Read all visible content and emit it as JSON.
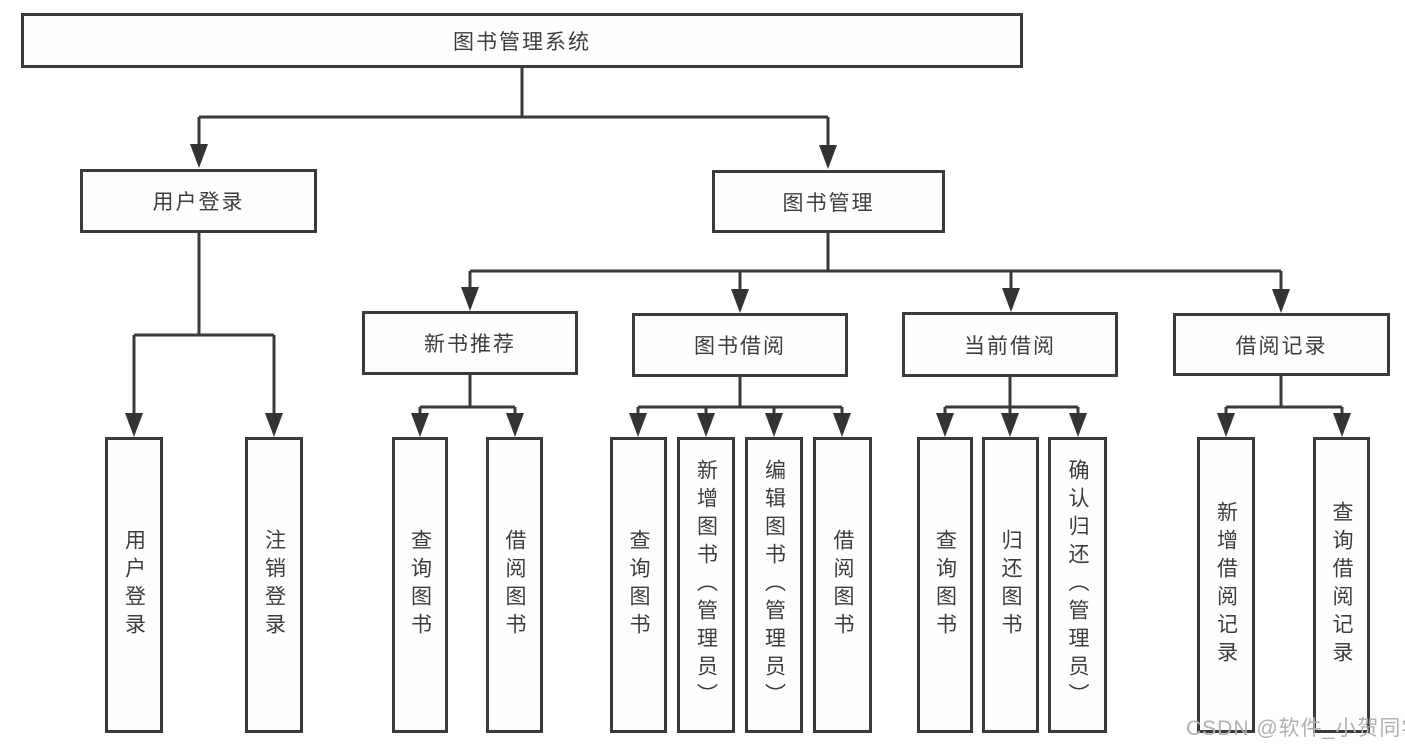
{
  "diagram": {
    "title": "图书管理系统",
    "branches": [
      {
        "label": "用户登录",
        "children": [
          {
            "label": "用户登录"
          },
          {
            "label": "注销登录"
          }
        ]
      },
      {
        "label": "图书管理",
        "children": [
          {
            "label": "新书推荐",
            "children": [
              {
                "label": "查询图书"
              },
              {
                "label": "借阅图书"
              }
            ]
          },
          {
            "label": "图书借阅",
            "children": [
              {
                "label": "查询图书"
              },
              {
                "label": "新增图书（管理员）"
              },
              {
                "label": "编辑图书（管理员）"
              },
              {
                "label": "借阅图书"
              }
            ]
          },
          {
            "label": "当前借阅",
            "children": [
              {
                "label": "查询图书"
              },
              {
                "label": "归还图书"
              },
              {
                "label": "确认归还（管理员）"
              }
            ]
          },
          {
            "label": "借阅记录",
            "children": [
              {
                "label": "新增借阅记录"
              },
              {
                "label": "查询借阅记录"
              }
            ]
          }
        ]
      }
    ]
  },
  "watermark": {
    "text": "CSDN @软件_小贺同学"
  },
  "colors": {
    "line": "#3a3a3a",
    "arrow": "#333333",
    "text": "#3d3d3d",
    "watermark": "#b3b0b0",
    "background": "#ffffff"
  }
}
